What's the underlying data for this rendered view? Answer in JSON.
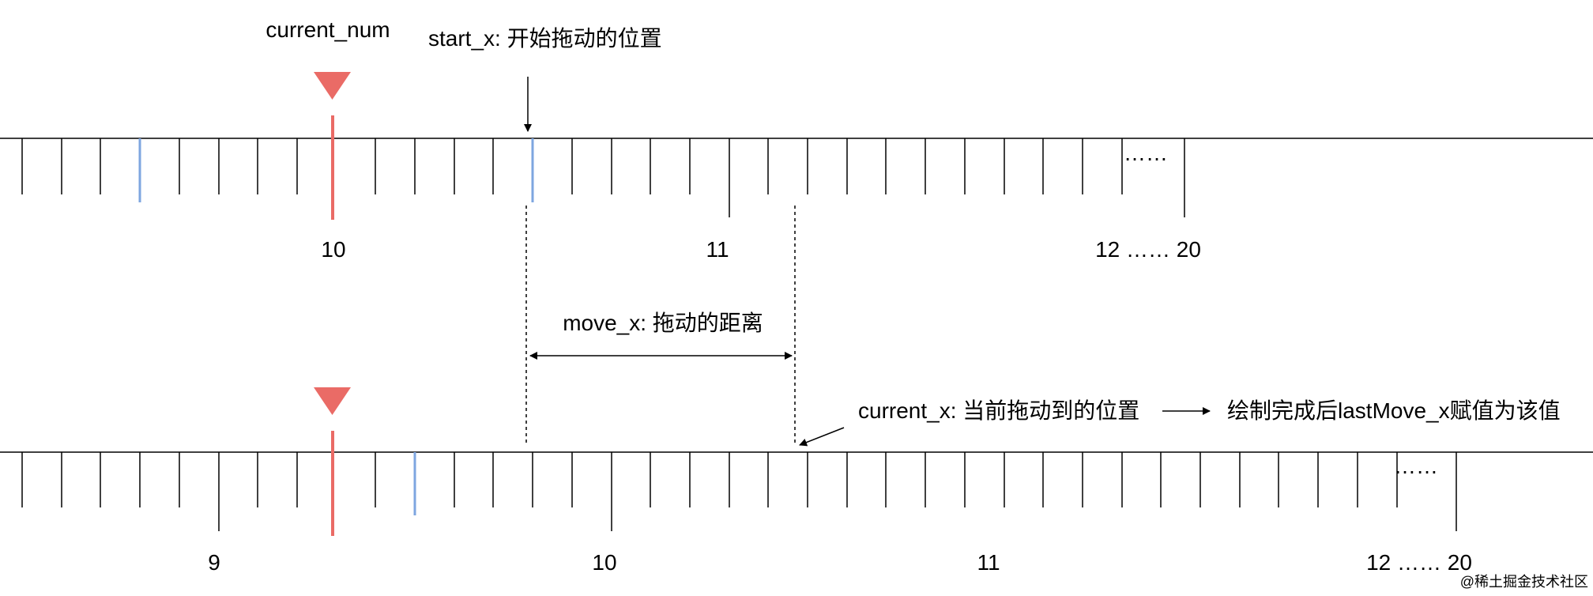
{
  "labels": {
    "current_num": "current_num",
    "start_x": "start_x: 开始拖动的位置",
    "move_x": "move_x: 拖动的距离",
    "current_x": "current_x: 当前拖动到的位置",
    "result": "绘制完成后lastMove_x赋值为该值"
  },
  "top_ruler": {
    "numbers": [
      "10",
      "11",
      "12 …… 20"
    ],
    "ellipsis": "……"
  },
  "bottom_ruler": {
    "numbers": [
      "9",
      "10",
      "11",
      "12 …… 20"
    ],
    "ellipsis": "……"
  },
  "watermark": "@稀土掘金技术社区",
  "colors": {
    "pointer": "#ea6b66",
    "highlight_tick": "#7ea6e0",
    "line": "#000000"
  }
}
